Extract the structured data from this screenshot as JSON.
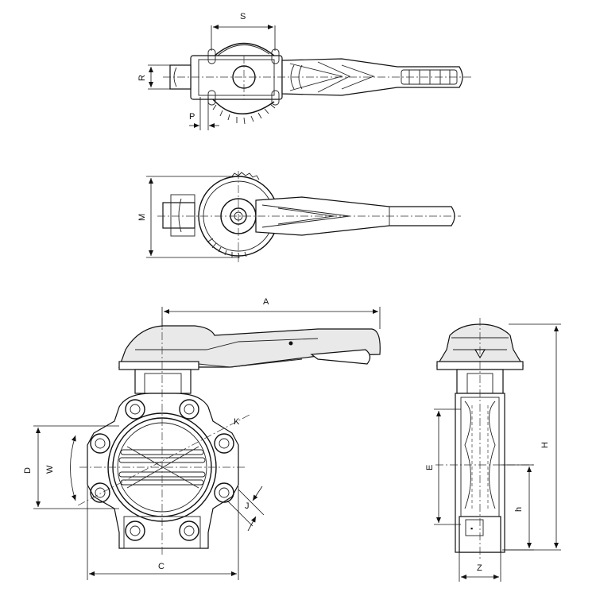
{
  "dimensions": {
    "S": "S",
    "R": "R",
    "P": "P",
    "M": "M",
    "A": "A",
    "D": "D",
    "W": "W",
    "K": "K",
    "J": "J",
    "C": "C",
    "H": "H",
    "E": "E",
    "h": "h",
    "Z": "Z"
  }
}
